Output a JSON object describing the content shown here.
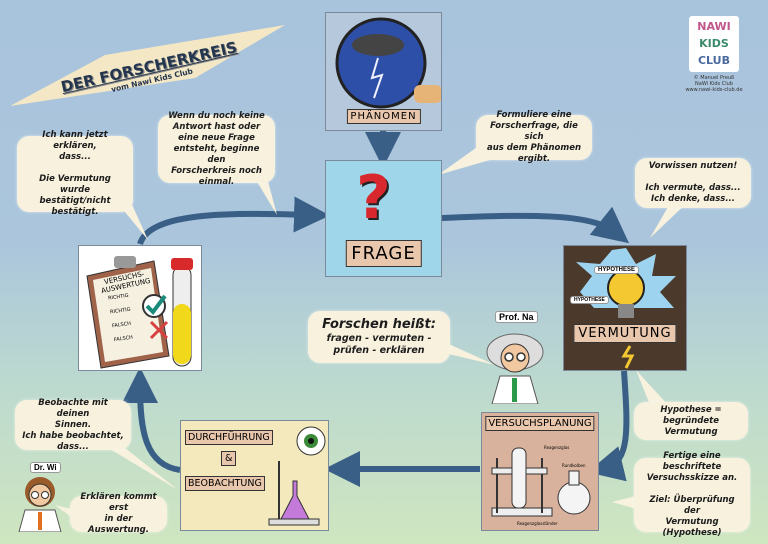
{
  "banner": {
    "title": "DER FORSCHERKREIS",
    "subtitle": "vom Nawi Kids Club"
  },
  "logo": {
    "line1": "NAWI",
    "line2": "KIDS",
    "line3": "CLUB",
    "credit1": "© Manuel Preuß",
    "credit2": "NaWi Kids Club",
    "credit3": "www.nawi-kids-club.de"
  },
  "stations": {
    "phaenomen": "PHÄNOMEN",
    "frage": "FRAGE",
    "vermutung": "VERMUTUNG",
    "versuchsplanung": "VERSUCHSPLANUNG",
    "durchfuehrung_1": "DURCHFÜHRUNG",
    "durchfuehrung_amp": "&",
    "durchfuehrung_2": "BEOBACHTUNG",
    "auswertung": "VERSUCHS-AUSWERTUNG"
  },
  "hypothese_tags": {
    "big": "HYPOTHESE",
    "small": "HYPOTHESE"
  },
  "auswertung_items": [
    "RICHTIG",
    "RICHTIG",
    "FALSCH",
    "FALSCH"
  ],
  "planung_labels": {
    "a": "Reagenzglas",
    "b": "Rundkolben",
    "c": "Reagenzglasständer"
  },
  "bubbles": {
    "erklaeren": "Ich kann jetzt\nerklären,\ndass...\n\nDie Vermutung wurde\nbestätigt/nicht\nbestätigt.",
    "neu": "Wenn du noch keine\nAntwort hast oder\neine neue Frage\nentsteht, beginne den\nForscherkreis noch\neinmal.",
    "frage": "Formuliere eine\nForscherfrage, die sich\naus dem Phänomen\nergibt.",
    "vorwissen": "Vorwissen nutzen!\n\nIch vermute, dass...\nIch denke, dass...",
    "hypothese": "Hypothese =\nbegründete\nVermutung",
    "skizze": "Fertige eine\nbeschriftete\nVersuchsskizze an.\n\nZiel: Überprüfung der\nVermutung\n(Hypothese)",
    "beobachte": "Beobachte mit deinen\nSinnen.\nIch habe beobachtet,\ndass...",
    "auswertung_hint": "Erklären kommt erst\nin der Auswertung."
  },
  "center": {
    "title": "Forschen heißt:",
    "line1": "fragen - vermuten -",
    "line2": "prüfen - erklären"
  },
  "characters": {
    "prof": "Prof. Na",
    "dr": "Dr. Wi"
  },
  "colors": {
    "arrow": "#3a5f86",
    "banner": "#f3e7c6",
    "frage_bg": "#9fd6ea",
    "vermutung_bg": "#4b3a2c",
    "planung_bg": "#d8b29c",
    "durchf_bg": "#f4e9bc"
  }
}
